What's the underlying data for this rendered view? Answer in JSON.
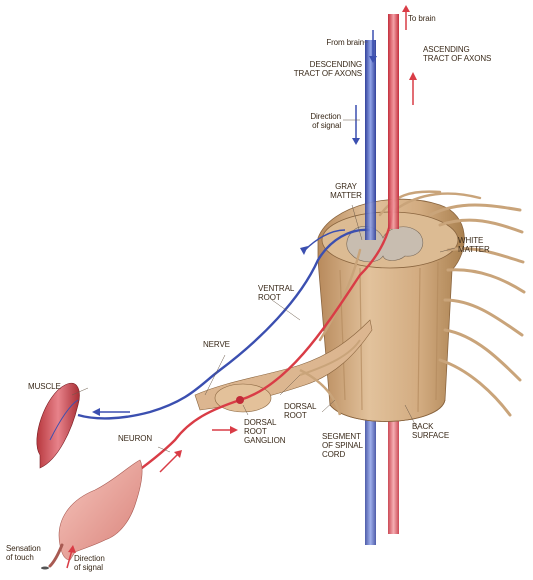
{
  "labels": {
    "to_brain": "To brain",
    "from_brain": "From brain",
    "descending_tract": "DESCENDING\nTRACT OF AXONS",
    "ascending_tract": "ASCENDING\nTRACT OF AXONS",
    "direction_signal_top": "Direction\nof signal",
    "gray_matter": "GRAY\nMATTER",
    "white_matter": "WHITE\nMATTER",
    "ventral_root": "VENTRAL\nROOT",
    "nerve": "NERVE",
    "muscle": "MUSCLE",
    "neuron": "NEURON",
    "dorsal_root": "DORSAL\nROOT",
    "dorsal_root_ganglion": "DORSAL\nROOT\nGANGLION",
    "segment_spinal_cord": "SEGMENT\nOF SPINAL\nCORD",
    "back_surface": "BACK\nSURFACE",
    "sensation_of_touch": "Sensation\nof touch",
    "direction_signal_bottom": "Direction\nof signal"
  },
  "colors": {
    "motor_pathway": "#3b4fb0",
    "sensory_pathway": "#d93c46",
    "cord_tissue": "#d9b48a",
    "cord_shadow": "#b98f62",
    "gray_matter": "#bfb3a6",
    "skin": "#e8a39a"
  },
  "icons": {
    "arrow_up": "arrow-up-icon",
    "arrow_down": "arrow-down-icon",
    "arrow_left": "arrow-left-icon",
    "arrow_right": "arrow-right-icon"
  }
}
